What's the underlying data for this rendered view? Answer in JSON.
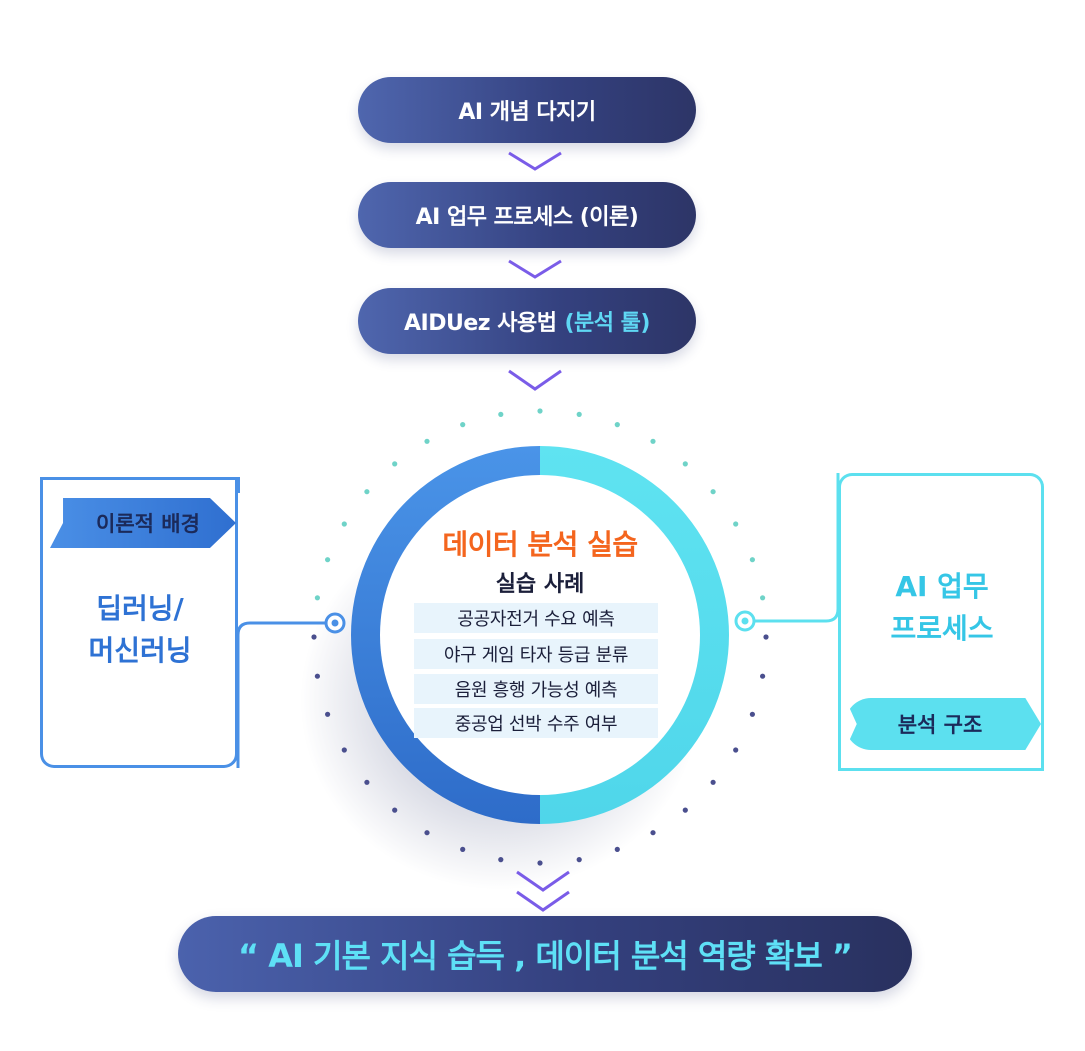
{
  "steps": {
    "step1": "AI 개념 다지기",
    "step2": "AI 업무 프로세스 (이론)",
    "step3_main": "AIDUez 사용법",
    "step3_highlight": "(분석 툴)"
  },
  "left_panel": {
    "tag": "이론적 배경",
    "line1": "딥러닝/",
    "line2": "머신러닝"
  },
  "right_panel": {
    "line1": "AI 업무",
    "line2": "프로세스",
    "tag": "분석 구조"
  },
  "center": {
    "title": "데이터 분석 실습",
    "subtitle": "실습 사례",
    "cases": [
      "공공자전거 수요 예측",
      "야구 게임 타자 등급 분류",
      "음원 흥행 가능성 예측",
      "중공업 선박 수주 여부"
    ]
  },
  "slogan": "“ AI 기본 지식 습득 , 데이터 분석 역량 확보 ”",
  "colors": {
    "navy": "#34417f",
    "cyan": "#5ce0ef",
    "blue": "#4a90e6",
    "orange": "#f4651e",
    "chevron": "#7a5ce8"
  }
}
